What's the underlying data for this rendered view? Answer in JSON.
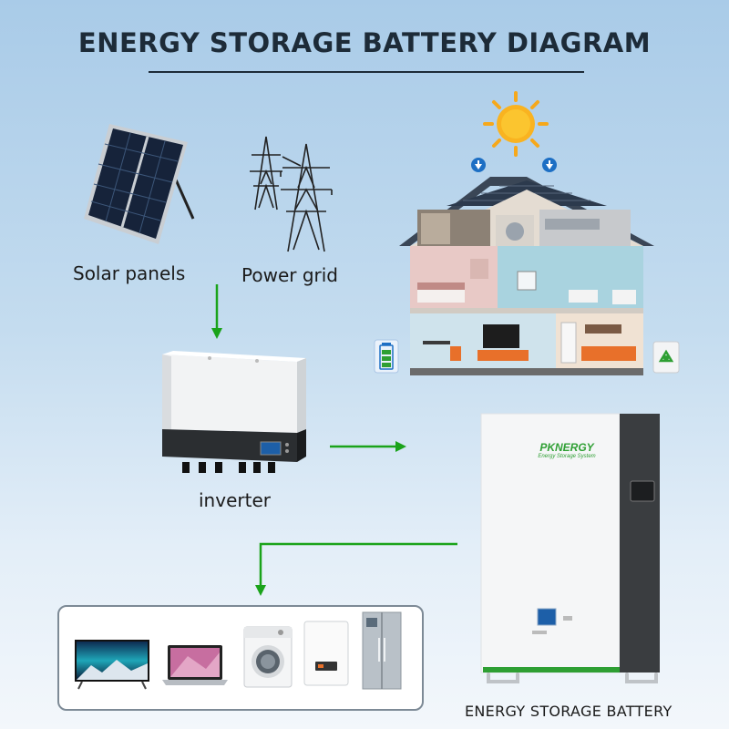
{
  "title": "ENERGY STORAGE BATTERY DIAGRAM",
  "labels": {
    "solar_panels": "Solar panels",
    "power_grid": "Power grid",
    "inverter": "inverter",
    "battery": "ENERGY STORAGE BATTERY"
  },
  "battery_logo": {
    "brand": "PKNERGY",
    "subtitle": "Energy Storage System"
  },
  "colors": {
    "arrow": "#1aa31a",
    "title": "#1d2b38",
    "sun": "#f6a81b",
    "accent_orange": "#e8702a"
  },
  "icons": [
    "solar-panel-icon",
    "power-tower-icon",
    "inverter-icon",
    "sun-icon",
    "house-icon",
    "battery-level-icon",
    "recycle-icon",
    "storage-battery-icon",
    "tv-icon",
    "laptop-icon",
    "washing-machine-icon",
    "water-heater-icon",
    "refrigerator-icon"
  ]
}
